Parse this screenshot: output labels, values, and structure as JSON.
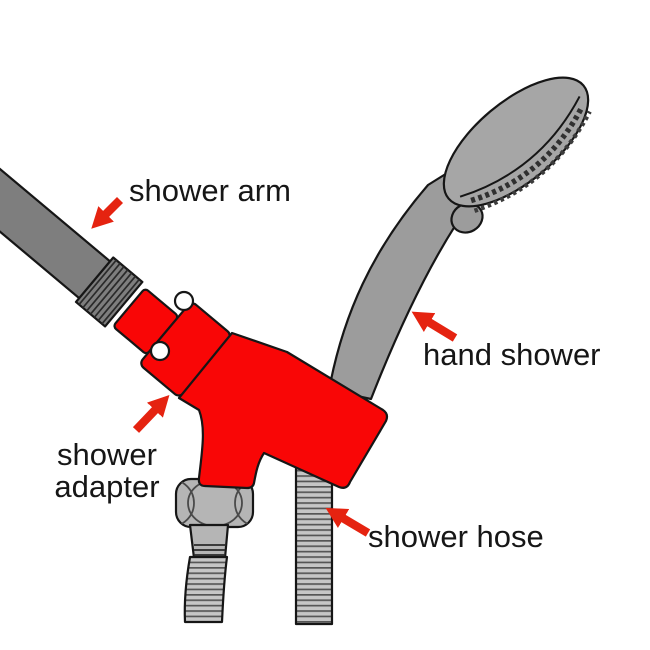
{
  "diagram": {
    "type": "labeled-illustration",
    "subject": "hand shower with shower adapter installed on shower arm",
    "background": "#ffffff",
    "colors": {
      "part_red": "#f90606",
      "arrow_red": "#e52310",
      "arm_gray": "#7e7e7e",
      "handle_gray": "#9c9c9c",
      "head_gray": "#a6a6a6",
      "nut_gray": "#b5b5b5",
      "hose_gray": "#c6c6c6",
      "outline_black": "#161616",
      "text_black": "#161616"
    },
    "labels": {
      "shower_arm": "shower arm",
      "hand_shower": "hand shower",
      "shower_adapter_line1": "shower",
      "shower_adapter_line2": "adapter",
      "shower_hose": "shower hose"
    },
    "parts": [
      {
        "id": "shower-arm",
        "label": "shower arm",
        "color": "#7e7e7e",
        "highlighted": false
      },
      {
        "id": "hand-shower",
        "label": "hand shower",
        "color": "#a6a6a6",
        "highlighted": false
      },
      {
        "id": "shower-adapter",
        "label": "shower adapter",
        "color": "#f90606",
        "highlighted": true
      },
      {
        "id": "shower-hose",
        "label": "shower hose",
        "color": "#c6c6c6",
        "highlighted": false
      }
    ]
  }
}
